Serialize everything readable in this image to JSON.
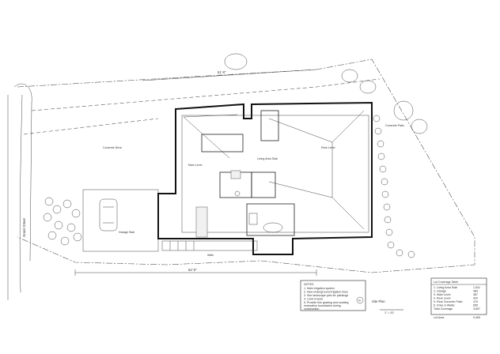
{
  "drawing": {
    "street_label": "Grand Street",
    "driveway_label": "Concrete Drive",
    "garage_label": "Garage Slab",
    "main_level_label": "Main Level",
    "living_label": "Living Area Slab",
    "rear_level_label": "Rear Level",
    "rear_patio_label": "Concrete Patio",
    "walk_label": "Walk",
    "dim_bottom": "52'-0\"",
    "dim_top": "61'-0\"",
    "north_label": "N",
    "scale_label": "Site Plan",
    "scale_bar": "1\" = 20'"
  },
  "notes_box": {
    "title": "NOTES",
    "lines": [
      "1. Main irrigation system",
      "2. New underground irrigation lines",
      "3. See landscape plan for plantings",
      "4. Limit of work",
      "5. Provide fine grading and sodding",
      "   restoration boundaries during",
      "   construction"
    ]
  },
  "coverage_table": {
    "title": "Lot Coverage Table",
    "rows": [
      {
        "label": "1. Living Area Slab",
        "value": "1,541"
      },
      {
        "label": "2. Garage",
        "value": "484"
      },
      {
        "label": "3. Main Level",
        "value": "387"
      },
      {
        "label": "4. Rear Level",
        "value": "420"
      },
      {
        "label": "5. Rear Concrete Patio",
        "value": "210"
      },
      {
        "label": "6. Drive & Walks",
        "value": "655"
      }
    ],
    "total_label": "Total Coverage",
    "total_value": "3,697",
    "lot_label": "Lot Area",
    "lot_value": "9,450"
  }
}
